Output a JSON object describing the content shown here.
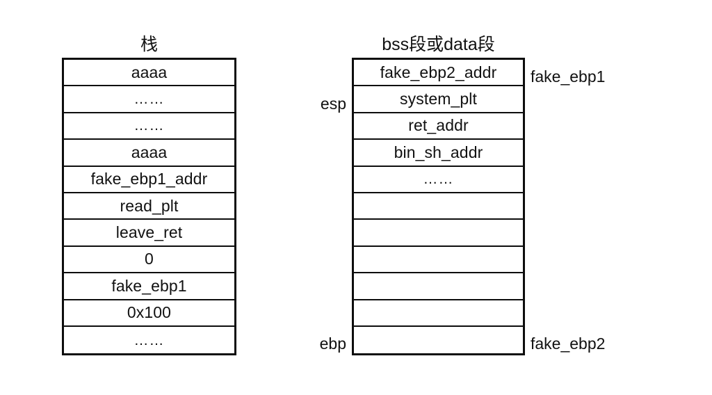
{
  "diagram": {
    "background_color": "#ffffff",
    "stroke_color": "#0d0d0d",
    "text_color": "#111111",
    "blocks": [
      {
        "id": "stack",
        "title": "栈",
        "rows": [
          {
            "label": "aaaa"
          },
          {
            "label": "……"
          },
          {
            "label": "……"
          },
          {
            "label": "aaaa"
          },
          {
            "label": "fake_ebp1_addr"
          },
          {
            "label": "read_plt"
          },
          {
            "label": "leave_ret"
          },
          {
            "label": "0"
          },
          {
            "label": "fake_ebp1"
          },
          {
            "label": "0x100"
          },
          {
            "label": "……"
          }
        ]
      },
      {
        "id": "bss",
        "title": "bss段或data段",
        "rows": [
          {
            "label": "fake_ebp2_addr"
          },
          {
            "label": "system_plt"
          },
          {
            "label": "ret_addr"
          },
          {
            "label": "bin_sh_addr"
          },
          {
            "label": "……"
          },
          {
            "label": ""
          },
          {
            "label": ""
          },
          {
            "label": ""
          },
          {
            "label": ""
          },
          {
            "label": ""
          },
          {
            "label": ""
          }
        ]
      }
    ],
    "annotations": {
      "esp": "esp",
      "ebp": "ebp",
      "fake_ebp1": "fake_ebp1",
      "fake_ebp2": "fake_ebp2"
    }
  }
}
